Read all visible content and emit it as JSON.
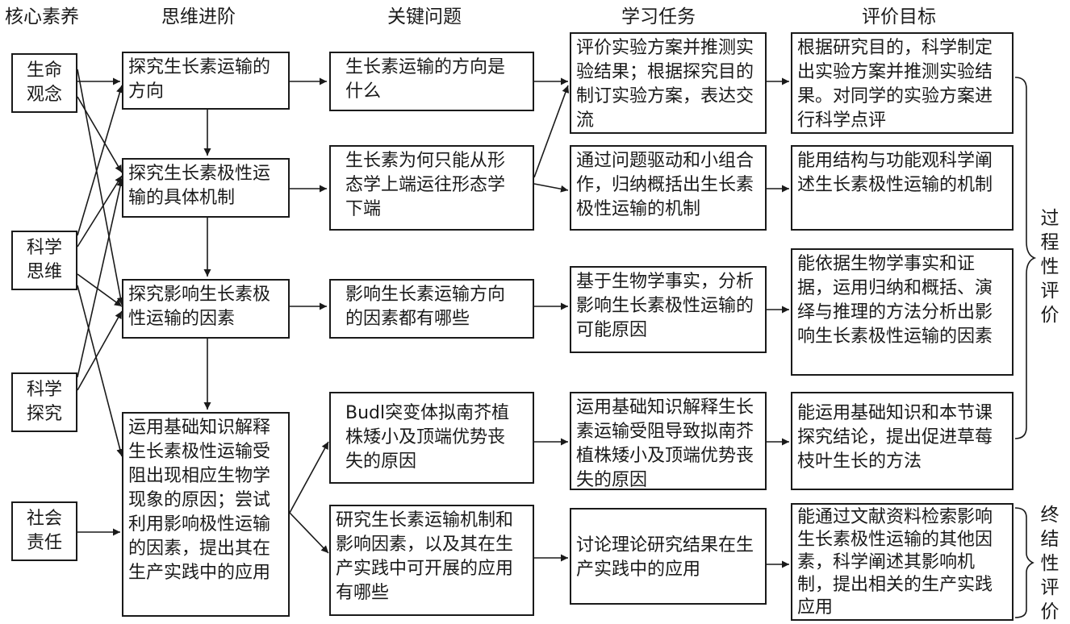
{
  "headers": {
    "core": "核心素养",
    "thinking": "思维进阶",
    "questions": "关键问题",
    "tasks": "学习任务",
    "goals": "评价目标"
  },
  "core": {
    "life": "生命观念",
    "science_thinking": "科学思维",
    "inquiry": "科学探究",
    "social": "社会责任"
  },
  "thinking": [
    "探究生长素运输的方向",
    "探究生长素极性运输的具体机制",
    "探究影响生长素极性运输的因素",
    "运用基础知识解释生长素极性运输受阻出现相应生物学现象的原因；尝试利用影响极性运输的因素，提出其在生产实践中的应用"
  ],
  "questions": [
    "生长素运输的方向是什么",
    "生长素为何只能从形态学上端运往形态学下端",
    "影响生长素运输方向的因素都有哪些",
    "Budl突变体拟南芥植株矮小及顶端优势丧失的原因",
    "研究生长素运输机制和影响因素，以及其在生产实践中可开展的应用有哪些"
  ],
  "tasks": [
    "评价实验方案并推测实验结果；根据探究目的制订实验方案，表达交流",
    "通过问题驱动和小组合作，归纳概括出生长素极性运输的机制",
    "基于生物学事实，分析影响生长素极性运输的可能原因",
    "运用基础知识解释生长素运输受阻导致拟南芥植株矮小及顶端优势丧失的原因",
    "讨论理论研究结果在生产实践中的应用"
  ],
  "goals": [
    "根据研究目的，科学制定出实验方案并推测实验结果。对同学的实验方案进行科学点评",
    "能用结构与功能观科学阐述生长素极性运输的机制",
    "能依据生物学事实和证据，运用归纳和概括、演绎与推理的方法分析出影响生长素极性运输的因素",
    "能运用基础知识和本节课探究结论，提出促进草莓枝叶生长的方法",
    "能通过文献资料检索影响生长素极性运输的其他因素，科学阐述其影响机制，提出相关的生产实践应用"
  ],
  "evaluation": {
    "process": "过程性评价",
    "summative": "终结性评价"
  }
}
